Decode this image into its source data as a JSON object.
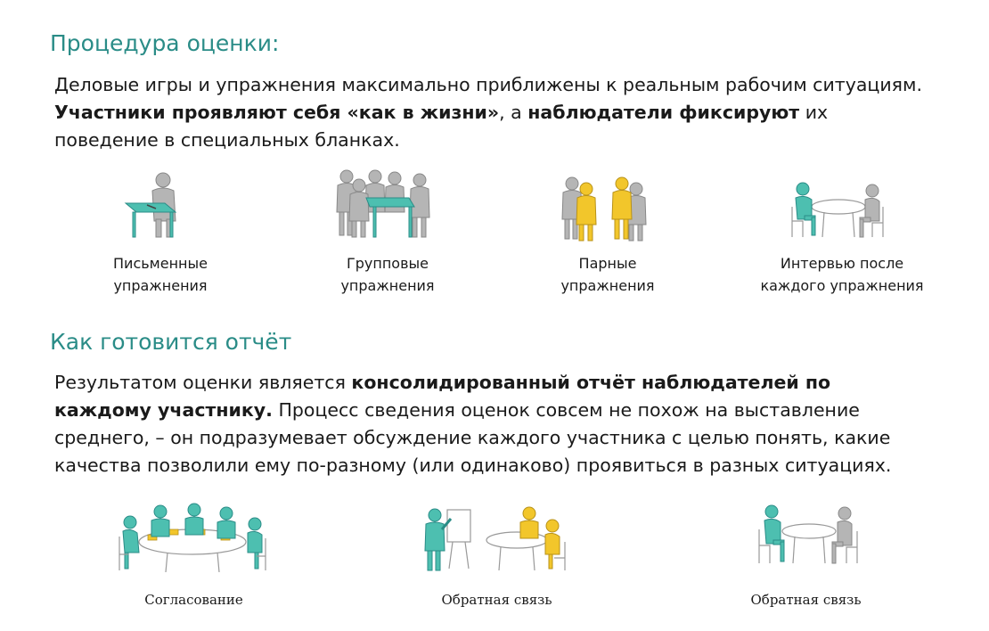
{
  "section1": {
    "heading": "Процедура оценки:",
    "para": {
      "l1": "Деловые игры и упражнения максимально приближены к реальным рабочим ситуациям.",
      "l2_b1": "Участники проявляют себя «как в жизни»",
      "l2_t1": ", а ",
      "l2_b2": "наблюдатели фиксируют",
      "l2_t2": " их",
      "l3": "поведение в специальных бланках."
    },
    "items": [
      {
        "icon": "writing-at-desk-icon",
        "line1": "Письменные",
        "line2": "упражнения"
      },
      {
        "icon": "group-at-table-icon",
        "line1": "Групповые",
        "line2": "упражнения"
      },
      {
        "icon": "pair-of-people-icon",
        "line1": "Парные",
        "line2": "упражнения"
      },
      {
        "icon": "interview-at-table-icon",
        "line1": "Интервью после",
        "line2": "каждого упражнения"
      }
    ]
  },
  "section2": {
    "heading": "Как готовится отчёт",
    "para": {
      "l1_t1": "Результатом оценки является ",
      "l1_b1": "консолидированный отчёт наблюдателей по",
      "l2_b1": "каждому участнику.",
      "l2_t1": " Процесс сведения оценок совсем не похож на выставление",
      "l3": "среднего, – он подразумевает обсуждение каждого участника с целью понять, какие",
      "l4": "качества позволили ему по-разному (или одинаково) проявиться в разных ситуациях."
    },
    "items": [
      {
        "icon": "round-table-meeting-icon",
        "label": "Согласование"
      },
      {
        "icon": "flipchart-feedback-icon",
        "label": "Обратная связь"
      },
      {
        "icon": "one-on-one-feedback-icon",
        "label": "Обратная связь"
      }
    ]
  },
  "colors": {
    "teal": "#4dbfb0",
    "heading_teal": "#2a8c87",
    "yellow": "#f2c62b",
    "gray": "#b5b5b5"
  }
}
